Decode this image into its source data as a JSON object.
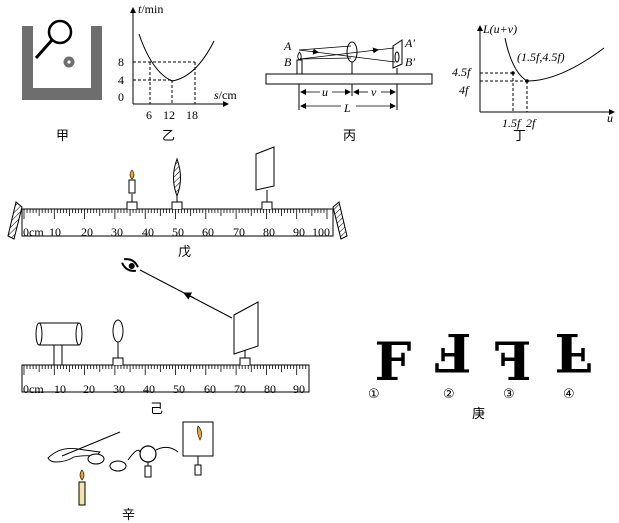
{
  "panels": {
    "jia": {
      "caption": "甲"
    },
    "yi": {
      "caption": "乙",
      "ylabel_var": "t",
      "ylabel_unit": "/min",
      "xlabel_var": "s",
      "xlabel_unit": "/cm",
      "yticks": [
        "8",
        "4",
        "0"
      ],
      "xticks": [
        "6",
        "12",
        "18"
      ]
    },
    "bing": {
      "caption": "丙",
      "label_A": "A",
      "label_B": "B",
      "label_A2": "A′",
      "label_B2": "B′",
      "label_u": "u",
      "label_v": "v",
      "label_L": "L"
    },
    "ding": {
      "caption": "丁",
      "ylabel": "L(u+v)",
      "xlabel": "u",
      "yticks": [
        "4.5f",
        "4f"
      ],
      "xticks": [
        "1.5f",
        "2f"
      ],
      "point_label": "(1.5f,4.5f)"
    },
    "wu": {
      "caption": "戊",
      "ruler_labels": [
        "0cm",
        "10",
        "20",
        "30",
        "40",
        "50",
        "60",
        "70",
        "80",
        "90",
        "100"
      ]
    },
    "ji": {
      "caption": "己",
      "ruler_labels": [
        "0cm",
        "10",
        "20",
        "30",
        "40",
        "50",
        "60",
        "70",
        "80",
        "90"
      ]
    },
    "geng": {
      "caption": "庚",
      "letters": [
        "F",
        "F",
        "F",
        "F"
      ],
      "numbers": [
        "①",
        "②",
        "③",
        "④"
      ]
    },
    "xin": {
      "caption": "辛"
    }
  }
}
